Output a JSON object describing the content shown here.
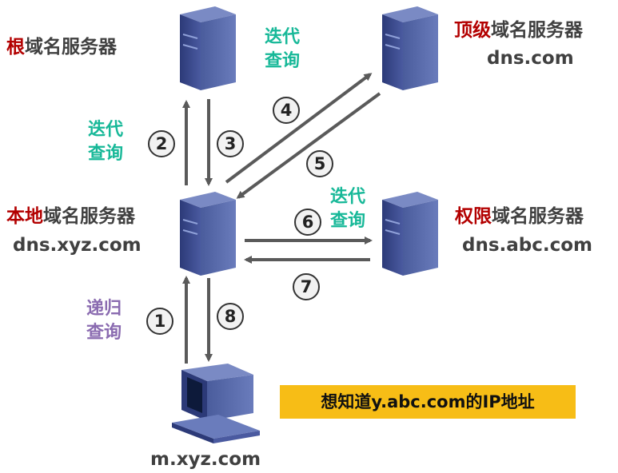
{
  "servers": {
    "root": {
      "highlight": "根",
      "rest": "域名服务器"
    },
    "tld": {
      "highlight": "顶级",
      "rest": "域名服务器",
      "domain": "dns.com"
    },
    "local": {
      "highlight": "本地",
      "rest": "域名服务器",
      "domain": "dns.xyz.com"
    },
    "authoritative": {
      "highlight": "权限",
      "rest": "域名服务器",
      "domain": "dns.abc.com"
    }
  },
  "client": {
    "host": "m.xyz.com"
  },
  "queries": {
    "iterative_top": [
      "迭代",
      "查询"
    ],
    "iterative_left": [
      "迭代",
      "查询"
    ],
    "iterative_right": [
      "迭代",
      "查询"
    ],
    "recursive": [
      "递归",
      "查询"
    ]
  },
  "steps": [
    "1",
    "2",
    "3",
    "4",
    "5",
    "6",
    "7",
    "8"
  ],
  "note": "想知道y.abc.com的IP地址",
  "colors": {
    "highlight": "#b30000",
    "iterative": "#17b898",
    "recursive": "#8a6bb0",
    "note_bg": "#f7bd16",
    "arrow": "#5a5a5a",
    "server": "#3a4a8a"
  }
}
